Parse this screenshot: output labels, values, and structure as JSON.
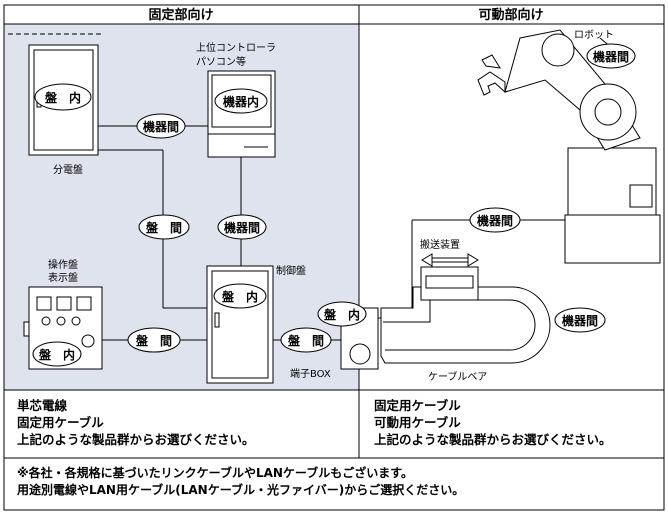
{
  "headers": {
    "fixed": "固定部向け",
    "movable": "可動部向け"
  },
  "labels": {
    "distribution_board": "分電盤",
    "controller_line1": "上位コントローラ",
    "controller_line2": "パソコン等",
    "operation_line1": "操作盤",
    "operation_line2": "表示盤",
    "control_panel": "制御盤",
    "terminal_box": "端子BOX",
    "robot": "ロボット",
    "transfer_device": "搬送装置",
    "cable_bear": "ケーブルベア"
  },
  "ovals": {
    "ban_nai": "盤　内",
    "ban_kan": "盤　間",
    "kiki_kan": "機器間",
    "kiki_nai": "機器内"
  },
  "info_left": {
    "line1": "単芯電線",
    "line2": "固定用ケーブル",
    "line3": "上記のような製品群からお選びください。"
  },
  "info_right": {
    "line1": "固定用ケーブル",
    "line2": "可動用ケーブル",
    "line3": "上記のような製品群からお選びください。"
  },
  "note": {
    "line1": "※各社・各規格に基づいたリンクケーブルやLANケーブルもございます。",
    "line2": "用途別電線やLAN用ケーブル(LANケーブル・光ファイバー)からご選択ください。"
  },
  "colors": {
    "fixed_bg": "#dfe3ee",
    "header_bg": "#ffffff",
    "line": "#000000"
  }
}
